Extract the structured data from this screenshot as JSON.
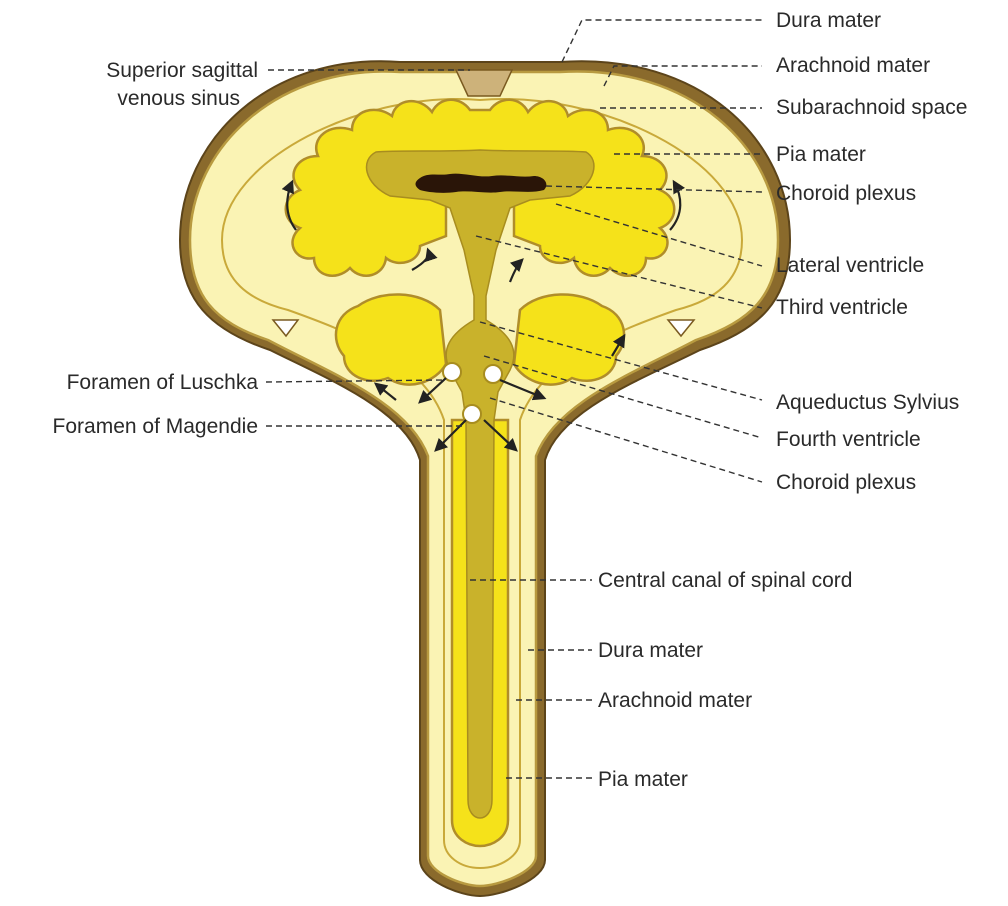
{
  "labels": {
    "dura_mater_top": "Dura mater",
    "arachnoid_mater_top": "Arachnoid mater",
    "subarachnoid_space": "Subarachnoid space",
    "pia_mater_top": "Pia mater",
    "choroid_plexus_top": "Choroid plexus",
    "lateral_ventricle": "Lateral ventricle",
    "third_ventricle": "Third ventricle",
    "aqueductus_sylvius": "Aqueductus Sylvius",
    "fourth_ventricle": "Fourth ventricle",
    "choroid_plexus_bottom": "Choroid plexus",
    "central_canal": "Central canal of spinal cord",
    "dura_mater_bottom": "Dura mater",
    "arachnoid_mater_bottom": "Arachnoid mater",
    "pia_mater_bottom": "Pia mater",
    "superior_sagittal_1": "Superior sagittal",
    "superior_sagittal_2": "venous sinus",
    "foramen_luschka": "Foramen of Luschka",
    "foramen_magendie": "Foramen of Magendie"
  },
  "colors": {
    "dura": "#8a6a2c",
    "dura_fill": "#6b5024",
    "arachnoid_space": "#faf3b4",
    "arachnoid_line": "#b89a40",
    "pia_line": "#b08d2a",
    "brain": "#f5e21a",
    "ventricle": "#c9b22b",
    "choroid": "#2a1508",
    "sinus": "#cdb27a"
  }
}
